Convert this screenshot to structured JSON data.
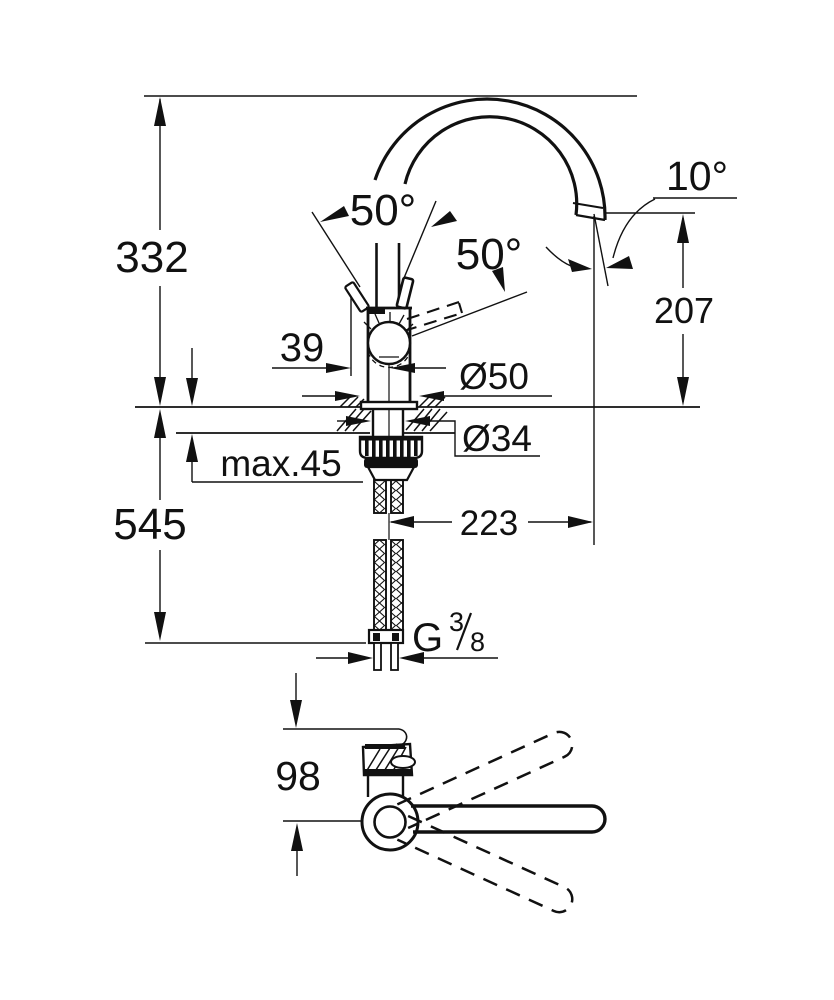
{
  "drawing": {
    "title": "faucet-installation-dimension-drawing",
    "colors": {
      "ink": "#111111",
      "background": "#ffffff"
    },
    "dims": {
      "height_total": "332",
      "height_below_total": "545",
      "deck_thickness_max": "max.45",
      "handle_side_offset": "39",
      "base_diameter": "Ø50",
      "shank_diameter": "Ø34",
      "spout_reach": "223",
      "outlet_height": "207",
      "outlet_angle": "10°",
      "handle_swing_angle": "50°",
      "lever_open_angle": "50°",
      "swivel_front_depth": "98",
      "thread_letter": "G",
      "thread_numerator": "3",
      "thread_denominator": "8"
    }
  }
}
